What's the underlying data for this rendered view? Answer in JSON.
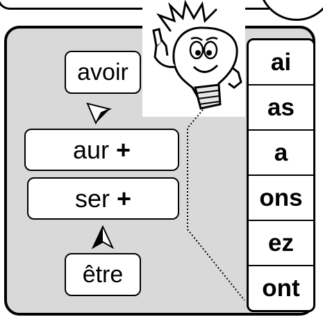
{
  "avoir": "avoir",
  "etre": "être",
  "stems": [
    {
      "text": "aur",
      "plus": "+"
    },
    {
      "text": "ser",
      "plus": "+"
    }
  ],
  "endings": [
    "ai",
    "as",
    "a",
    "ons",
    "ez",
    "ont"
  ],
  "icons": {
    "mascot": "lightbulb-character-icon",
    "arrow_down": "arrow-down-icon",
    "arrow_up": "arrow-up-icon"
  }
}
